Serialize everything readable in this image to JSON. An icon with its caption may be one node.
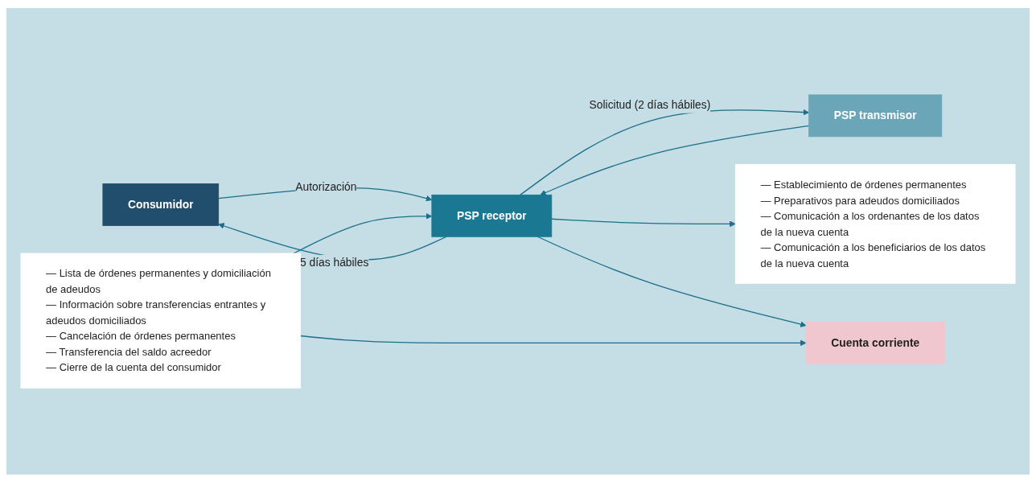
{
  "diagram": {
    "nodes": [
      {
        "text": [
          "Consumidor"
        ]
      },
      {
        "text": [
          "PSP receptor"
        ]
      },
      {
        "text": [
          "PSP transmisor"
        ]
      },
      {
        "text": [
          "— Establecimiento de órdenes permanentes",
          "— Preparativos para adeudos domiciliados",
          "— Comunicación a los ordenantes de los datos de la nueva cuenta",
          "— Comunicación a los beneficiarios de los datos de la nueva cuenta"
        ]
      },
      {
        "text": [
          "Cuenta corriente"
        ]
      },
      {
        "text": [
          "— Lista de órdenes permanentes y domiciliación de adeudos",
          "— Información sobre transferencias entrantes y adeudos domiciliados",
          "— Cancelación de órdenes permanentes",
          "— Transferencia del saldo acreedor",
          "— Cierre de la cuenta del consumidor"
        ]
      }
    ],
    "edges": [
      {
        "from": 0,
        "to": 1,
        "arrow": "to",
        "label": "Autorización"
      },
      {
        "from": 1,
        "to": 0,
        "arrow": "to",
        "label": "5 días hábiles"
      },
      {
        "from": 1,
        "to": 2,
        "arrow": "to",
        "label": "Solicitud (2 días hábiles)"
      },
      {
        "from": 2,
        "to": 1,
        "arrow": "to"
      },
      {
        "from": 5,
        "to": 1,
        "arrow": "to"
      },
      {
        "from": 1,
        "to": 3,
        "arrow": "to"
      },
      {
        "from": 1,
        "to": 4,
        "arrow": "to"
      },
      {
        "from": 5,
        "to": 4,
        "arrow": "to"
      }
    ]
  }
}
